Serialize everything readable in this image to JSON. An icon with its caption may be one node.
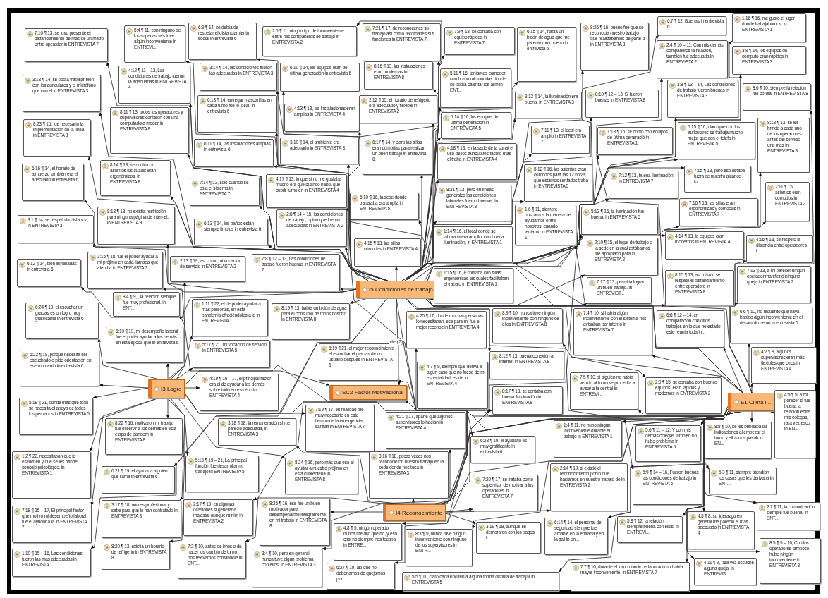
{
  "diagram": {
    "nodes": [
      {
        "text": [
          "7:10 ¶ 13, se tuvo presente el distanciamiento de mas de un metro entre operador in ENTREVISTA 7"
        ]
      },
      {
        "text": [
          "5:4 ¶ 11, con ninguno de los supervisores tuve algún inconveniente in ENTREVI..."
        ]
      },
      {
        "text": [
          "6:9 ¶ 14, se debía de respetar el distanciamiento social in entrevista 6"
        ]
      },
      {
        "text": [
          "2:5 ¶ 11, ningún tipo de inconveniente entre mis compañeros de trabajo in ENTREVISTA 2"
        ]
      },
      {
        "text": [
          "7:21 ¶ 17, de reconocerles su trabajo así como recordarles sus funciones in ENTREVISTA 7"
        ]
      },
      {
        "text": [
          "7:9 ¶ 13, se contaba con equipo rápidos in ENTREVISTA 7"
        ]
      },
      {
        "text": [
          "6:15 ¶ 14, había un bidón de agua que me pareció muy bueno in entrevista 6"
        ]
      },
      {
        "text": [
          "8:26 ¶ 16, bueno fue que se reconocía nuestro trabajo que realizábamos de parte d in ENTREVISTA 8"
        ]
      },
      {
        "text": [
          "6:7 ¶ 12, Buenas in entrevista 6"
        ]
      },
      {
        "text": [
          "1:16 ¶ 16, me gusto el lugar donde trabajábamos. in ENTREVISTA 1"
        ]
      },
      {
        "text": [
          "4:12 ¶ 11 – 13, Las condiciones de trabajo fueron la adecuadas in ENTREVISTA 4"
        ]
      },
      {
        "text": [
          "3:14 ¶ 14, las condiciones fueron las adecuadas in ENTREVISTA 3"
        ]
      },
      {
        "text": [
          "6:10 ¶ 14, los equipos eran de última generación in entrevista 6"
        ]
      },
      {
        "text": [
          "8:16 ¶ 13, las instalaciones eran modernas in ENTREVISTA 8"
        ]
      },
      {
        "text": [
          "5:11 ¶ 16, teníamos comedor con horno microondas donde se podía calentar los alim in ENT..."
        ]
      },
      {
        "text": [
          "2:4 ¶ 10 – 11, Con mis demás compañeros la relación, también fue adecuada in ENTREVISTA 2"
        ]
      },
      {
        "text": [
          "3:9 ¶ 14, los equipos de cómputo eran rápidos in ENTREVISTA 3"
        ]
      },
      {
        "text": [
          "3:13 ¶ 14, se podía trabajar bien con los auriculares y el micrófono que con el in ENTREVISTA 3"
        ]
      },
      {
        "text": [
          "6:18 ¶ 14, entregar mascarillas en cada turno fue lo ideal. in entrevista 6"
        ]
      },
      {
        "text": [
          "3:12 ¶ 14, la iluminación era buena, in ENTREVISTA 3"
        ]
      },
      {
        "text": [
          "8:10 ¶ 12 – 13, Si fueron buenas in ENTREVISTA 8"
        ]
      },
      {
        "text": [
          "3:8 ¶ 13 – 14, Las condiciones de trabajo fueron buenas in ENTREVISTA 3"
        ]
      },
      {
        "text": [
          "8:6 ¶ 10, siempre la relación fue cordial in ENTREVISTA 8"
        ]
      },
      {
        "text": [
          "8:11 ¶ 13, todos los operadores y supervisores contaron con una computadora moder in ENTREVISTA 8"
        ]
      },
      {
        "text": [
          "4:13 ¶ 13, las instalaciones eran amplias in ENTREVISTA 4"
        ]
      },
      {
        "text": [
          "2:12 ¶ 15, el horario de refrigerio era adecuado y flexible in ENTREVISTA 2"
        ]
      },
      {
        "text": [
          "5:14 ¶ 16, los equipos de última generación in ENTREVISTA 5"
        ]
      },
      {
        "text": [
          "8:23 ¶ 16, fue necesario la implementación de la línea in ENTREVISTA 8"
        ]
      },
      {
        "text": [
          "6:11 ¶ 14, las instalaciones amplias in entrevista 6"
        ]
      },
      {
        "text": [
          "3:10 ¶ 14, el ambiente era adecuado in ENTREVISTA 3"
        ]
      },
      {
        "text": [
          "6:17 ¶ 14, y claro las sillas eran cómodas para realizar un buen trabajo in entrevista 6"
        ]
      },
      {
        "text": [
          "4:18 ¶ 13, en la sede de la sunat el uso de los auriculares facilito más el traba in ENTREVISTA 4"
        ]
      },
      {
        "text": [
          "7:11 ¶ 13, el local era amplio in ENTREVISTA 7"
        ]
      },
      {
        "text": [
          "1:13 ¶ 16, se conto con equipos de última generació in ENTREVISTA 1"
        ]
      },
      {
        "text": [
          "5:15 ¶ 16, claro que con los auriculares se trabaja mucho mejor que con el teléfo in ENTREVISTA 5"
        ]
      },
      {
        "text": [
          "8:18 ¶ 13, se les brindo a cada uno de los operadores antes del servicio una mas in ENTREVISTA 8"
        ]
      },
      {
        "text": [
          "6:16 ¶ 14, el horario de almuerzo también era el adecuado in entrevista 6"
        ]
      },
      {
        "text": [
          "8:14 ¶ 13, se contó con asientos los cuales eran ergonómicos, in ENTREVISTA 8"
        ]
      },
      {
        "text": [
          "4:17 ¶ 13, lo que si no me gustaba mucho era que cuando había que cubrir turno en in ENTREVISTA 4"
        ]
      },
      {
        "text": [
          "7:14 ¶ 13, solo cuando se caía el sistema in ENTREVISTA 7"
        ]
      },
      {
        "text": [
          "5:10 ¶ 16, la sede donde trabajaba era amplia in ENTREVISTA 5"
        ]
      },
      {
        "text": [
          "8:21 ¶ 13, pero en líneas generales las condiciones laborales fueron buenas. in ENTREVISTA 8"
        ]
      },
      {
        "text": [
          "5:12 ¶ 16, los asientos eran cómodos para las 12 horas que estamos sentados traba in ENTREVISTA 5"
        ]
      },
      {
        "text": [
          "7:12 ¶ 13, buena iluminación, in ENTREVISTA 7"
        ]
      },
      {
        "text": [
          "7:15 ¶ 13, pero eso estaba fuera de nuestro alcance in..."
        ]
      },
      {
        "text": [
          "2:11 ¶ 15, asientos eran cómodos in ENTREVISTA 2"
        ]
      },
      {
        "text": [
          "2:8 ¶ 14 – 15, las condiciones de trabajo, opino que fueron adecuadas in ENTREVISTA 2"
        ]
      },
      {
        "text": [
          "4:15 ¶ 13, las sillas cómodas in ENTREVISTA 4"
        ]
      },
      {
        "text": [
          "1:6 ¶ 11, siempre buscamos la manera de ayudamos entre nosotros, cuando teníamo in ENTREVISTA 1"
        ]
      },
      {
        "text": [
          "5:13 ¶ 16, la iluminación fue buena, in ENTREVISTA 5"
        ]
      },
      {
        "text": [
          "7:16 ¶ 13, las sillas eran ergonómicas y cómodas in ENTREVISTA 7"
        ]
      },
      {
        "text": [
          "6:13 ¶ 14, los baños están siempre limpios in entrevista 6"
        ]
      },
      {
        "text": [
          "8:13 ¶ 13, no existía restricción para ninguna página de internet, in ENTREVISTA 8"
        ]
      },
      {
        "text": [
          "3:1 ¶ 14, se respeto la distancia, in ENTREVISTA 3"
        ]
      },
      {
        "text": [
          "1:14 ¶ 16, el local donde se laboraba era amplio, con buena iluminación, in ENTREVISTA 1"
        ]
      },
      {
        "text": [
          "2:10 ¶ 15, el lugar de trabajo o la sede en la cual estábamos fue apropiado para in ENTREVISTA 2"
        ]
      },
      {
        "text": [
          "4:14 ¶ 13, lo equipos eran modernos in ENTREVISTA 4"
        ]
      },
      {
        "text": [
          "4:16 ¶ 13, se respetó la distancia entre operadores i..."
        ]
      },
      {
        "text": [
          "6:12 ¶ 14, bien iluminadas in entrevista 6"
        ]
      },
      {
        "text": [
          "3:15 ¶ 18, fue el poder ayudar a mi prójimo en cada llamada que atendía in ENTREVISTA 3"
        ]
      },
      {
        "text": [
          "2:13 ¶ 19, así como mi vocación de servicio in ENTREVISTA 2"
        ]
      },
      {
        "text": [
          "7:8 ¶ 12 – 13, Las condiciones de trabajo fueron buenas in ENTREVISTA 7"
        ]
      },
      {
        "text": [
          "I5 Condiciones de trabajo"
        ]
      },
      {
        "text": [
          "1:15 ¶ 16, e contaba con sillas ergonómicas las cuales facilitaban el trabajo in ENTREVISTA 1"
        ]
      },
      {
        "text": [
          "7:17 ¶ 13, permitía lograr un buen trabajo. in ENTREVIST..."
        ]
      },
      {
        "text": [
          "8:15 ¶ 13, así mismo se respetó el distanciamiento entre operadore in ENTREVISTA 8"
        ]
      },
      {
        "text": [
          "7:13 ¶ 13, a mi parecer ningún operador manifestó ninguna queja in ENTREVISTA 7"
        ]
      },
      {
        "text": [
          "8:4 ¶ 9, , la relación siempre fue muy profesional. in ENT..."
        ]
      },
      {
        "text": [
          "6:24 ¶ 19, el escuchar un gracias es un logro muy gratificante in entrevista 6"
        ]
      },
      {
        "text": [
          "1:11 ¶ 22, el de poder ayudar a mas personas, en esta pandemia ofreciéndoles a lo in ENTREVISTA 1"
        ]
      },
      {
        "text": [
          "8:19 ¶ 13, había un bidón de agua para el consumo de todos nosotro in ENTREVISTA 8"
        ]
      },
      {
        "text": [
          "6:19 ¶ 19, mi desempeño laboral fue el poder ayudar a los demás en esta época que in entrevista 6"
        ]
      },
      {
        "text": [
          "5:17 ¶ 21, mi vocación de servicio in ENTREVISTA 5"
        ]
      },
      {
        "text": [
          "4:20 ¶ 17, donde muchas personas lo necesitaban, ese para mí fue el mejor reconoc in ENTREVISTA 4"
        ]
      },
      {
        "text": [
          "8:9 ¶ 10, nunca tuve ningún inconveniente con ninguno de ellos in ENTREVISTA 8"
        ]
      },
      {
        "text": [
          "7:4 ¶ 10, si había algún inconveniente con el sistema nos avisaban por interno in ENTREVISTA 7"
        ]
      },
      {
        "text": [
          "6:8 ¶ 12 – 14, en comparación con otros trabajos en lo que he estado este reunía toda in..."
        ]
      },
      {
        "text": [
          "6:6 ¶ 10, no recuerdo que haya habido algún inconveniente en el desarrollo de nu in entrevista 6"
        ]
      },
      {
        "text": [
          "6:22 ¶ 19, porque necesita ser escuchado o pide orientación en ese momento in entrevista 6"
        ]
      },
      {
        "text": [
          "5:19 ¶ 21, el mejor reconocimiento el escuchar el gracias de un usuario después in ENTREVISTA 5"
        ]
      },
      {
        "text": [
          "8:12 ¶ 13, buena conexión a internet in ENTREVISTA 8"
        ]
      },
      {
        "text": [
          "4:2 ¶ 8, algunos supervisores eran más flexibles que otros in ENTREVISTA 4"
        ]
      },
      {
        "text": [
          "4:19 ¶ 16 – 17, el principal factor era el de ayudar a los demás sobre todo en esa épo in ENTREVISTA 4"
        ]
      },
      {
        "text": [
          "I3 Logro"
        ]
      },
      {
        "text": [
          "SC2 Factor Motivacional"
        ]
      },
      {
        "text": [
          "4:7 ¶ 9, siempre que deriva a algún caso que no fuese de mi especialidad, es de in ENTREVISTA 4"
        ]
      },
      {
        "text": [
          "8:17 ¶ 13, se contaba con buena iluminación in ENTREVISTA 8"
        ]
      },
      {
        "text": [
          "7:5 ¶ 10, si alguien no había venido al turno se procedía a avisar a la central in ENTREVI..."
        ]
      },
      {
        "text": [
          "2:9 ¶ 15, se contaba con buenos equipos, eran rápidos y modernos in ENTREVISTA 2"
        ]
      },
      {
        "text": [
          "E1 Clima l..."
        ]
      },
      {
        "text": [
          "4:9 ¶ 9, a mi parecer si fue buena la relación entre mis colegas, rara vez escu in EN..."
        ]
      },
      {
        "text": [
          "5:18 ¶ 21, donde mas que todo se necesita el apoyo de todos los peruanos in ENTREVISTA 5"
        ]
      },
      {
        "text": [
          "8:22 ¶ 16, motivaron mi trabajo fue el servir a los demás en esta etapa de pandem in ENTREVISTA 8"
        ]
      },
      {
        "text": [
          "3:18 ¶ 18, la remuneración si me pareció adecuada, in ENTREVISTA 3"
        ]
      },
      {
        "text": [
          "7:19 ¶ 17, en realidad fue muy necesario en este tiempo de la emergencia sanitari in ENTREVISTA 7"
        ]
      },
      {
        "text": [
          "4:21 ¶ 17, aparte que algunos supervisores lo hacían in ENTREVISTA 4"
        ]
      },
      {
        "text": [
          "6:23 ¶ 19, el ayudarlo es muy gratificante in entrevista 6"
        ]
      },
      {
        "text": [
          "1:4 ¶ 11, no hubo ningún inconveniente durante el trabajo in ENTREVISTA 1"
        ]
      },
      {
        "text": [
          "5:6 ¶ 11 – 12, Y con mis demás colegas también no hubo problema in ENTREVISTA 5"
        ]
      },
      {
        "text": [
          "8:8 ¶ 10, se les brindaba las indicaciones al empezar el turno y ellos nos pasab in EN..."
        ]
      },
      {
        "text": [
          "1:2 ¶ 22, necesitaban que lo escuchen y que se les brinde concejo psicológico. in ENTREVISTA 1"
        ]
      },
      {
        "text": [
          "6:21 ¶ 19, el ayudar a alguien que llama in entrevista 6"
        ]
      },
      {
        "text": [
          "5:16 ¶ 19 – 21, La principal función fue desarrollar mi trabajo in ENTREVISTA 5"
        ]
      },
      {
        "text": [
          "8:24 ¶ 16, pero más que eso el ayudar a nuestro prójimo en esta cuarentena in ENTREVISTA 8"
        ]
      },
      {
        "text": [
          "3:16 ¶ 18, pocas veces nos reconocieron nuestro trabajo en la sede donde nos toca in ENTREVISTA 3"
        ]
      },
      {
        "text": [
          "7:20 ¶ 17, se trataba como supervisor de motivar a los operadores in ENTREVISTA 7"
        ]
      },
      {
        "text": [
          "2:14 ¶ 19, si existió el reconocimiento por lo que hacíamos en nuestro trabajo de in ENTREVISTA 2"
        ]
      },
      {
        "text": [
          "5:9 ¶ 14 – 16, Fueron buenas las condiciones de trabajo in ENTREVISTA 5"
        ]
      },
      {
        "text": [
          "5:3 ¶ 11, siempre atendían los casos que les derivaba in ENT..."
        ]
      },
      {
        "text": [
          "7:18 ¶ 15 – 17, El principal factor que motivo mi desempeño laboral fue el ayudar a la in ENTREVISTA 7"
        ]
      },
      {
        "text": [
          "3:17 ¶ 18, uno es profesional y sabe para que lo han contratado in ENTREVISTA 3"
        ]
      },
      {
        "text": [
          "2:17 ¶ 19, en algunas ocasiones si generaba malestar aunque mínim in ENTREVISTA 2"
        ]
      },
      {
        "text": [
          "I4 Reconocimiento"
        ]
      },
      {
        "text": [
          "8:25 ¶ 16, ese fue un buen motivador para desempeñarme integramente en mi trabajo in ENTREVISTA 8"
        ]
      },
      {
        "text": [
          "4:8 ¶ 9, ningún operador nunca me dijo que no, y eso casi no siempre nos tocaba in ENTRE..."
        ]
      },
      {
        "text": [
          "8:3 ¶ 9, nunca tuve ningún inconveniente con ninguno de los supervisores in ENTR..."
        ]
      },
      {
        "text": [
          "3:19 ¶ 18, aunque se demoraron con los pagos i..."
        ]
      },
      {
        "text": [
          "6:14 ¶ 14, el personal de seguridad siempre fue amable en la entrada y en la sali in en..."
        ]
      },
      {
        "text": [
          "5:8 ¶ 12, la relación siempre buena con ellos. in ENTREVI..."
        ]
      },
      {
        "text": [
          "4:5 ¶ 8, su liderazgo en general me pareció el más adecuado in ENTREVISTA 4"
        ]
      },
      {
        "text": [
          "2:7 ¶ 11, la comunicación siempre fue buena. in ENT..."
        ]
      },
      {
        "text": [
          "8:20 ¶ 13, existía un horario de refrigerio in ENTREVISTA 8"
        ]
      },
      {
        "text": [
          "1:10 ¶ 15 – 16, Las condiciones fueron las más adecuadas in ENTREVISTA 1"
        ]
      },
      {
        "text": [
          "7:2 ¶ 10, antes de irnos o de hacer los cambio de turno nos relevamos contándole in ENT..."
        ]
      },
      {
        "text": [
          "3:4 ¶ 10, pero en general nunca tuve algún problema con ellos. in ENTREVISTA 3"
        ]
      },
      {
        "text": [
          "6:27 ¶ 19, así que no deberíamos de quejamos por..."
        ]
      },
      {
        "text": [
          "5:5 ¶ 11, claro cada uno tenía alguna forma distinta de trabajar in ENTREVISTA 5"
        ]
      },
      {
        "text": [
          "4:11 ¶ 9, rara vez escuche alguna queja. in ENTREVIS..."
        ]
      },
      {
        "text": [
          "7:7 ¶ 10, durante el turno donde he laborado no había mayor inconveniente. in ENTREVISTA 7"
        ]
      },
      {
        "text": [
          "8:5 ¶ 9 – 10, Con los operadores tampoco hubo ningún inconveniente in ENTREVISTA 8"
        ]
      }
    ],
    "edges": [
      {
        "from": 62,
        "to": 0,
        "arrow": "to"
      },
      {
        "from": 62,
        "to": 2,
        "arrow": "to"
      },
      {
        "from": 62,
        "to": 5,
        "arrow": "to"
      },
      {
        "from": 62,
        "to": 6,
        "arrow": "to"
      },
      {
        "from": 62,
        "to": 8,
        "arrow": "to"
      },
      {
        "from": 62,
        "to": 9,
        "arrow": "to"
      },
      {
        "from": 62,
        "to": 10,
        "arrow": "to"
      },
      {
        "from": 62,
        "to": 11,
        "arrow": "to"
      },
      {
        "from": 62,
        "to": 12,
        "arrow": "to"
      },
      {
        "from": 62,
        "to": 13,
        "arrow": "to"
      },
      {
        "from": 62,
        "to": 14,
        "arrow": "to"
      },
      {
        "from": 62,
        "to": 16,
        "arrow": "to"
      },
      {
        "from": 62,
        "to": 17,
        "arrow": "to"
      },
      {
        "from": 62,
        "to": 18,
        "arrow": "to"
      },
      {
        "from": 62,
        "to": 19,
        "arrow": "to"
      },
      {
        "from": 62,
        "to": 20,
        "arrow": "to"
      },
      {
        "from": 62,
        "to": 21,
        "arrow": "to"
      },
      {
        "from": 62,
        "to": 23,
        "arrow": "to"
      },
      {
        "from": 62,
        "to": 24,
        "arrow": "to"
      },
      {
        "from": 62,
        "to": 25,
        "arrow": "to"
      },
      {
        "from": 62,
        "to": 26,
        "arrow": "to"
      },
      {
        "from": 62,
        "to": 27,
        "arrow": "to"
      },
      {
        "from": 62,
        "to": 28,
        "arrow": "to"
      },
      {
        "from": 62,
        "to": 29,
        "arrow": "to"
      },
      {
        "from": 62,
        "to": 30,
        "arrow": "to"
      },
      {
        "from": 62,
        "to": 31,
        "arrow": "to"
      },
      {
        "from": 62,
        "to": 32,
        "arrow": "to"
      },
      {
        "from": 62,
        "to": 33,
        "arrow": "to"
      },
      {
        "from": 62,
        "to": 34,
        "arrow": "to"
      },
      {
        "from": 62,
        "to": 35,
        "arrow": "to"
      },
      {
        "from": 62,
        "to": 36,
        "arrow": "to"
      },
      {
        "from": 62,
        "to": 37,
        "arrow": "to"
      },
      {
        "from": 62,
        "to": 38,
        "arrow": "to"
      },
      {
        "from": 62,
        "to": 39,
        "arrow": "to"
      },
      {
        "from": 62,
        "to": 40,
        "arrow": "to"
      },
      {
        "from": 62,
        "to": 41,
        "arrow": "to"
      },
      {
        "from": 62,
        "to": 42,
        "arrow": "to"
      },
      {
        "from": 62,
        "to": 43,
        "arrow": "to"
      },
      {
        "from": 62,
        "to": 44,
        "arrow": "to"
      },
      {
        "from": 62,
        "to": 45,
        "arrow": "to"
      },
      {
        "from": 62,
        "to": 46,
        "arrow": "to"
      },
      {
        "from": 62,
        "to": 47,
        "arrow": "to"
      },
      {
        "from": 62,
        "to": 49,
        "arrow": "to"
      },
      {
        "from": 62,
        "to": 50,
        "arrow": "to"
      },
      {
        "from": 62,
        "to": 51,
        "arrow": "to"
      },
      {
        "from": 62,
        "to": 52,
        "arrow": "to"
      },
      {
        "from": 62,
        "to": 53,
        "arrow": "to"
      },
      {
        "from": 62,
        "to": 54,
        "arrow": "to"
      },
      {
        "from": 62,
        "to": 55,
        "arrow": "to"
      },
      {
        "from": 62,
        "to": 56,
        "arrow": "to"
      },
      {
        "from": 62,
        "to": 57,
        "arrow": "to"
      },
      {
        "from": 62,
        "to": 58,
        "arrow": "to"
      },
      {
        "from": 62,
        "to": 61,
        "arrow": "to"
      },
      {
        "from": 62,
        "to": 63,
        "arrow": "to"
      },
      {
        "from": 62,
        "to": 64,
        "arrow": "to"
      },
      {
        "from": 62,
        "to": 65,
        "arrow": "to"
      },
      {
        "from": 62,
        "to": 70,
        "arrow": "to"
      },
      {
        "from": 62,
        "to": 80,
        "arrow": "to"
      },
      {
        "from": 62,
        "to": 86,
        "arrow": "to"
      },
      {
        "from": 62,
        "to": 88,
        "arrow": "to"
      },
      {
        "from": 62,
        "to": 107,
        "arrow": "to"
      },
      {
        "from": 62,
        "to": 121,
        "arrow": "to"
      },
      {
        "from": 62,
        "to": 122,
        "arrow": "to"
      },
      {
        "from": 83,
        "to": 59,
        "arrow": "to"
      },
      {
        "from": 83,
        "to": 60,
        "arrow": "to"
      },
      {
        "from": 83,
        "to": 68,
        "arrow": "to"
      },
      {
        "from": 83,
        "to": 69,
        "arrow": "to"
      },
      {
        "from": 83,
        "to": 71,
        "arrow": "to"
      },
      {
        "from": 83,
        "to": 72,
        "arrow": "to"
      },
      {
        "from": 83,
        "to": 78,
        "arrow": "to"
      },
      {
        "from": 83,
        "to": 82,
        "arrow": "to"
      },
      {
        "from": 83,
        "to": 91,
        "arrow": "to"
      },
      {
        "from": 83,
        "to": 92,
        "arrow": "to"
      },
      {
        "from": 83,
        "to": 94,
        "arrow": "to"
      },
      {
        "from": 83,
        "to": 96,
        "arrow": "to"
      },
      {
        "from": 83,
        "to": 100,
        "arrow": "to"
      },
      {
        "from": 83,
        "to": 101,
        "arrow": "to"
      },
      {
        "from": 83,
        "to": 102,
        "arrow": "to"
      },
      {
        "from": 83,
        "to": 103,
        "arrow": "to"
      },
      {
        "from": 83,
        "to": 109,
        "arrow": "to"
      },
      {
        "from": 83,
        "to": 110,
        "arrow": "to"
      },
      {
        "from": 112,
        "to": 4,
        "arrow": "to"
      },
      {
        "from": 112,
        "to": 7,
        "arrow": "to"
      },
      {
        "from": 112,
        "to": 73,
        "arrow": "to"
      },
      {
        "from": 112,
        "to": 79,
        "arrow": "to"
      },
      {
        "from": 112,
        "to": 93,
        "arrow": "to"
      },
      {
        "from": 112,
        "to": 95,
        "arrow": "to"
      },
      {
        "from": 112,
        "to": 104,
        "arrow": "to"
      },
      {
        "from": 112,
        "to": 105,
        "arrow": "to"
      },
      {
        "from": 112,
        "to": 106,
        "arrow": "to"
      },
      {
        "from": 112,
        "to": 113,
        "arrow": "to"
      },
      {
        "from": 112,
        "to": 116,
        "arrow": "to"
      },
      {
        "from": 89,
        "to": 1,
        "arrow": "to"
      },
      {
        "from": 89,
        "to": 3,
        "arrow": "to"
      },
      {
        "from": 89,
        "to": 15,
        "arrow": "to"
      },
      {
        "from": 89,
        "to": 22,
        "arrow": "to"
      },
      {
        "from": 89,
        "to": 48,
        "arrow": "to"
      },
      {
        "from": 89,
        "to": 66,
        "arrow": "to"
      },
      {
        "from": 89,
        "to": 67,
        "arrow": "to"
      },
      {
        "from": 89,
        "to": 74,
        "arrow": "to"
      },
      {
        "from": 89,
        "to": 75,
        "arrow": "to"
      },
      {
        "from": 89,
        "to": 76,
        "arrow": "to"
      },
      {
        "from": 89,
        "to": 77,
        "arrow": "to"
      },
      {
        "from": 89,
        "to": 81,
        "arrow": "to"
      },
      {
        "from": 89,
        "to": 85,
        "arrow": "to"
      },
      {
        "from": 89,
        "to": 87,
        "arrow": "to"
      },
      {
        "from": 89,
        "to": 90,
        "arrow": "to"
      },
      {
        "from": 89,
        "to": 97,
        "arrow": "to"
      },
      {
        "from": 89,
        "to": 98,
        "arrow": "to"
      },
      {
        "from": 89,
        "to": 99,
        "arrow": "to"
      },
      {
        "from": 89,
        "to": 108,
        "arrow": "to"
      },
      {
        "from": 89,
        "to": 111,
        "arrow": "to"
      },
      {
        "from": 89,
        "to": 114,
        "arrow": "to"
      },
      {
        "from": 89,
        "to": 115,
        "arrow": "to"
      },
      {
        "from": 89,
        "to": 117,
        "arrow": "to"
      },
      {
        "from": 89,
        "to": 118,
        "arrow": "to"
      },
      {
        "from": 89,
        "to": 119,
        "arrow": "to"
      },
      {
        "from": 89,
        "to": 120,
        "arrow": "to"
      },
      {
        "from": 89,
        "to": 123,
        "arrow": "to"
      },
      {
        "from": 89,
        "to": 124,
        "arrow": "to"
      },
      {
        "from": 89,
        "to": 125,
        "arrow": "to"
      },
      {
        "from": 89,
        "to": 126,
        "arrow": "to"
      },
      {
        "from": 89,
        "to": 127,
        "arrow": "to"
      },
      {
        "from": 89,
        "to": 128,
        "arrow": "to"
      },
      {
        "from": 89,
        "to": 129,
        "arrow": "to"
      },
      {
        "from": 83,
        "to": 84,
        "arrow": "to"
      },
      {
        "from": 62,
        "to": 84,
        "arrow": "to",
        "label": "de (2)"
      },
      {
        "from": 112,
        "to": 84,
        "arrow": "to"
      },
      {
        "from": 89,
        "to": 84,
        "arrow": "to"
      }
    ]
  }
}
